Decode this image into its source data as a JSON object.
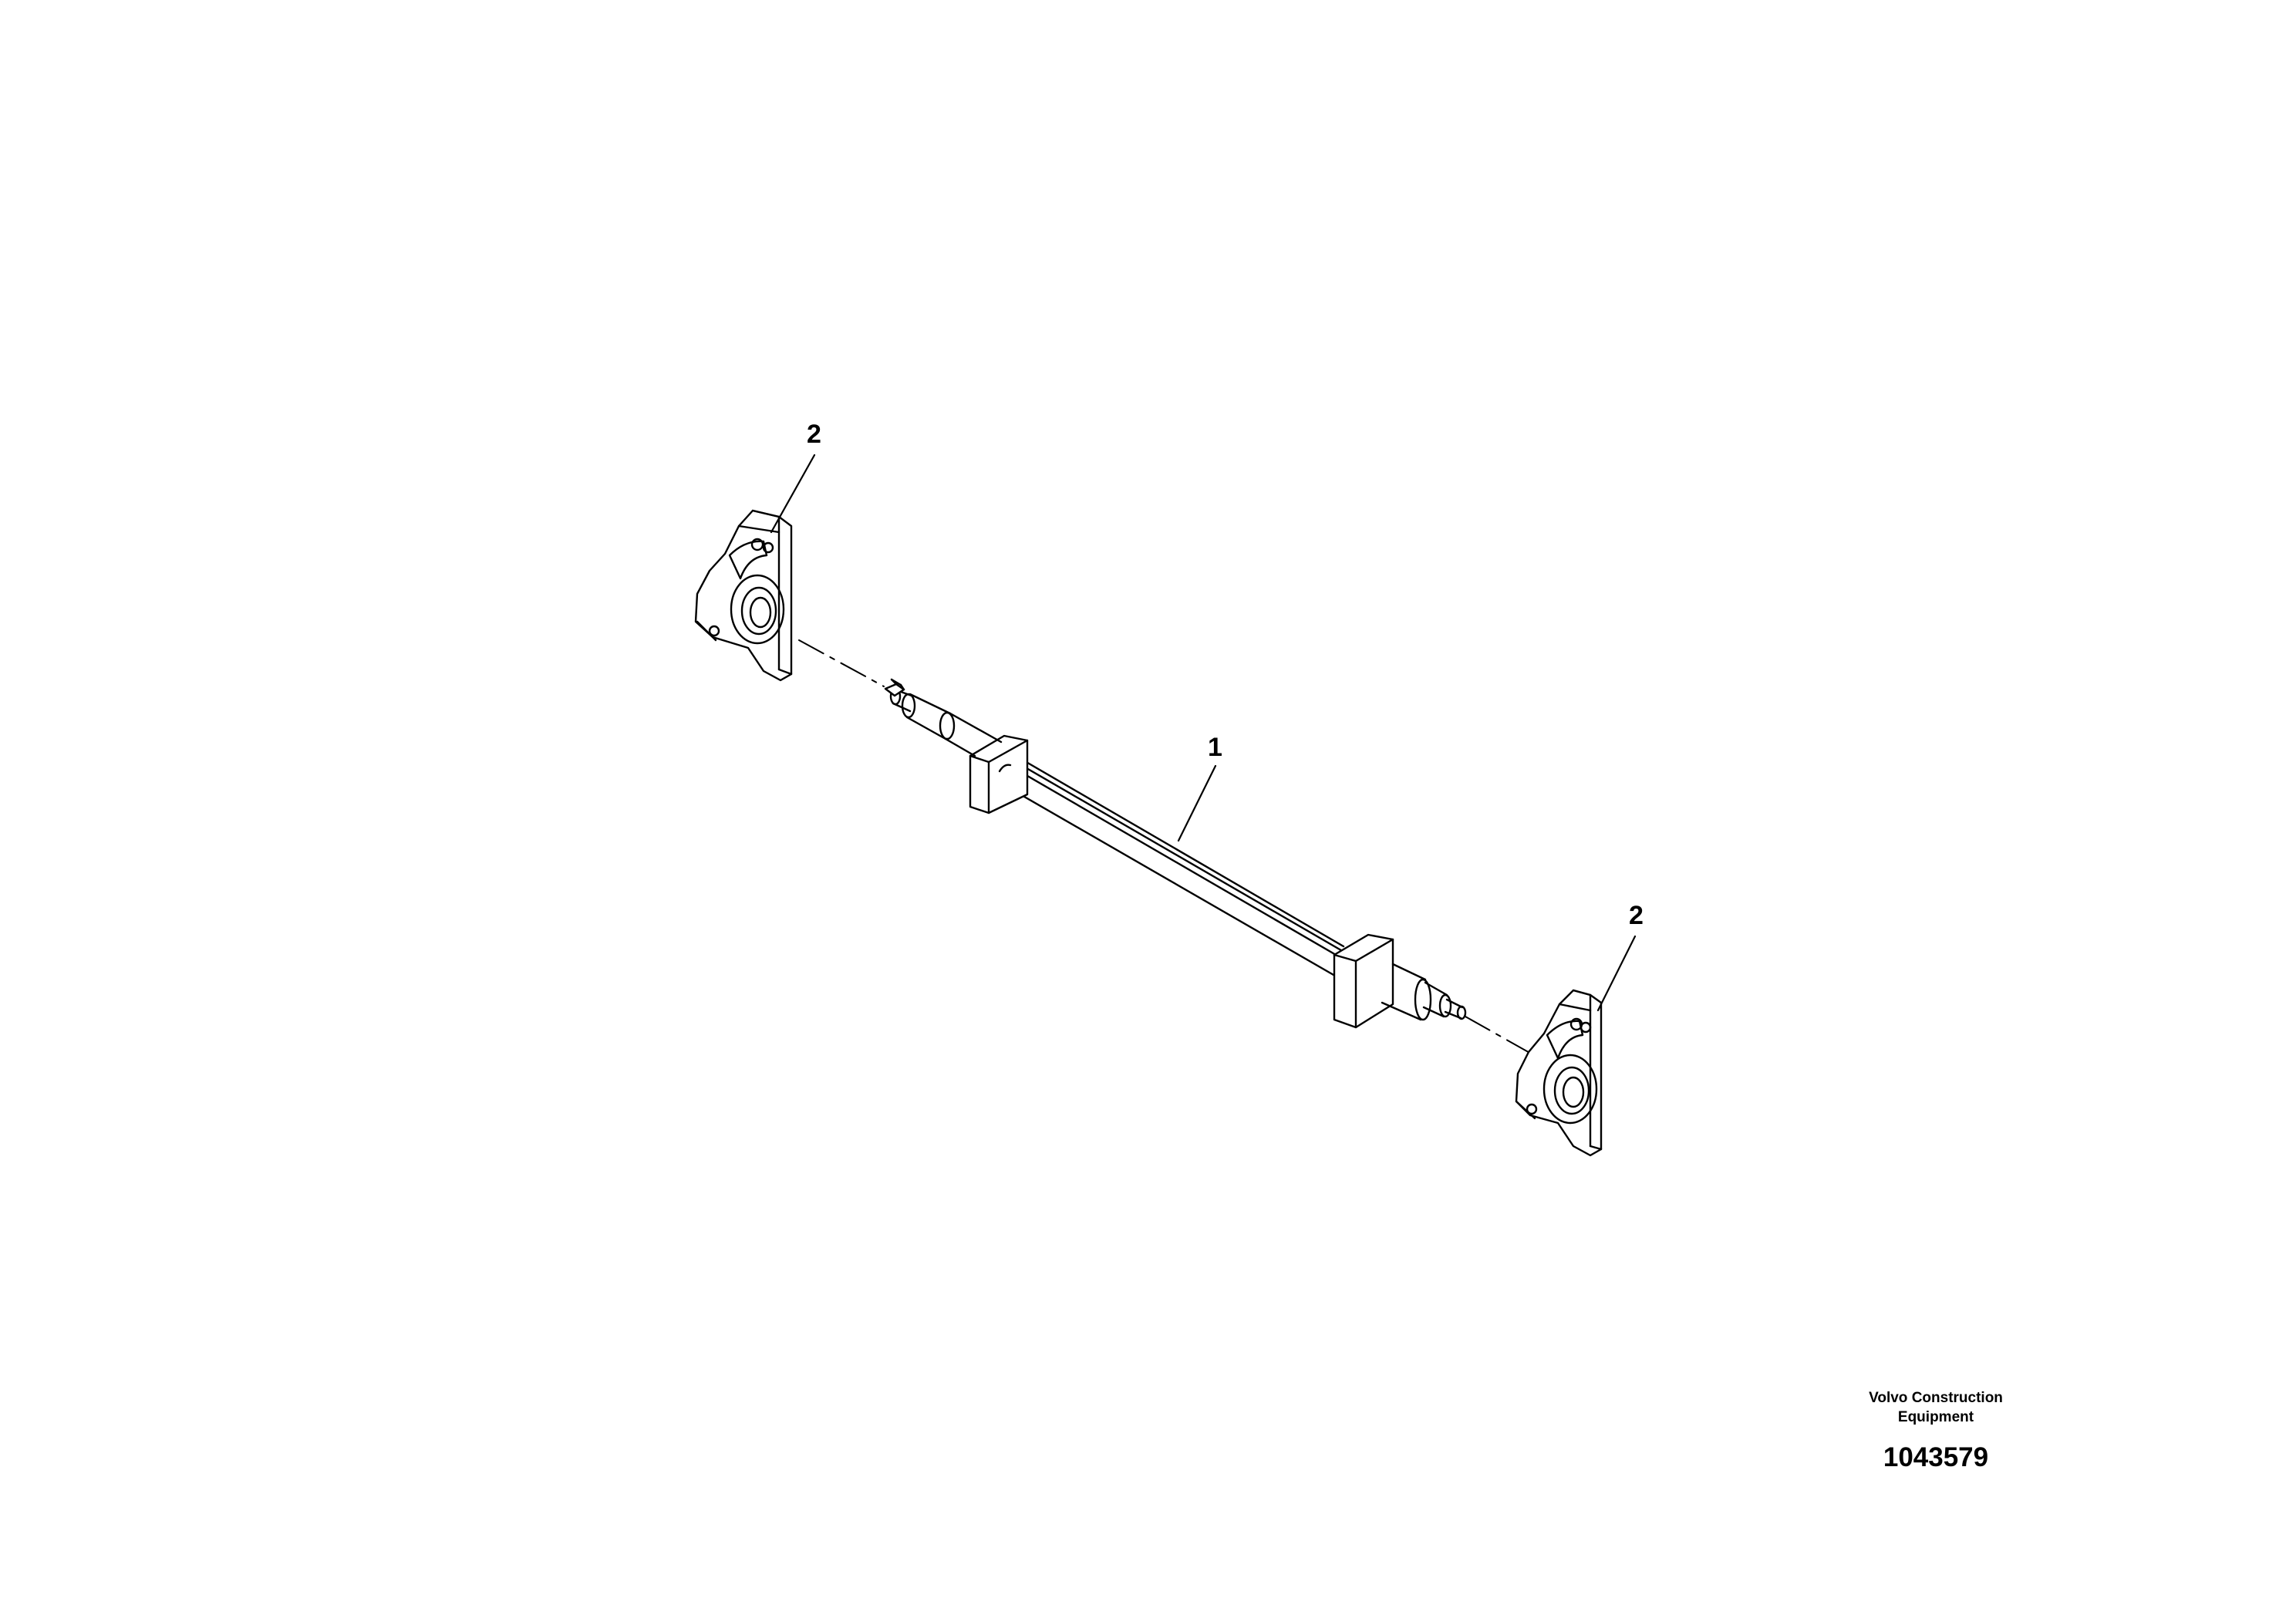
{
  "callouts": {
    "part1": "1",
    "part2_top": "2",
    "part2_bottom": "2"
  },
  "title_block": {
    "manufacturer_line1": "Volvo Construction",
    "manufacturer_line2": "Equipment",
    "drawing_number": "1043579"
  },
  "colors": {
    "line": "#000000",
    "background": "#ffffff"
  }
}
